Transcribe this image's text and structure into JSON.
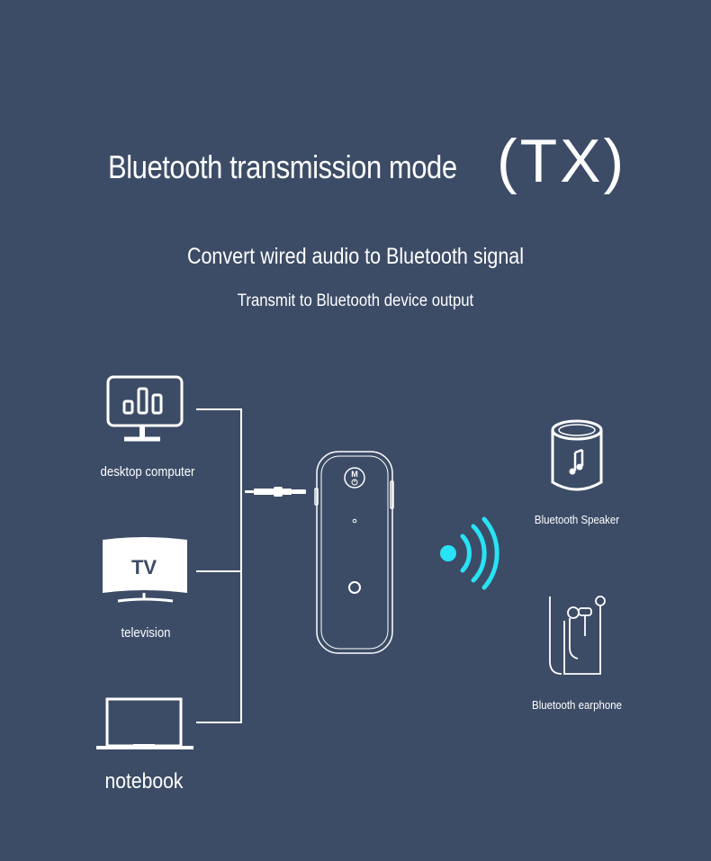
{
  "title": {
    "main": "Bluetooth transmission mode",
    "mode": "(TX)"
  },
  "subtitle": "Convert wired audio to Bluetooth signal",
  "subtitle2": "Transmit to Bluetooth device output",
  "sources": [
    {
      "label": "desktop computer",
      "icon": "desktop-monitor-icon"
    },
    {
      "label": "television",
      "icon": "tv-icon",
      "screen_text": "TV"
    },
    {
      "label": "notebook",
      "icon": "laptop-icon"
    }
  ],
  "device": {
    "button_text": "M",
    "icon": "bluetooth-transmitter-icon"
  },
  "outputs": [
    {
      "label": "Bluetooth Speaker",
      "icon": "speaker-icon"
    },
    {
      "label": "Bluetooth earphone",
      "icon": "earphone-icon"
    }
  ],
  "colors": {
    "background": "#3c4c66",
    "signal": "#27e3f5",
    "foreground": "#ffffff"
  }
}
